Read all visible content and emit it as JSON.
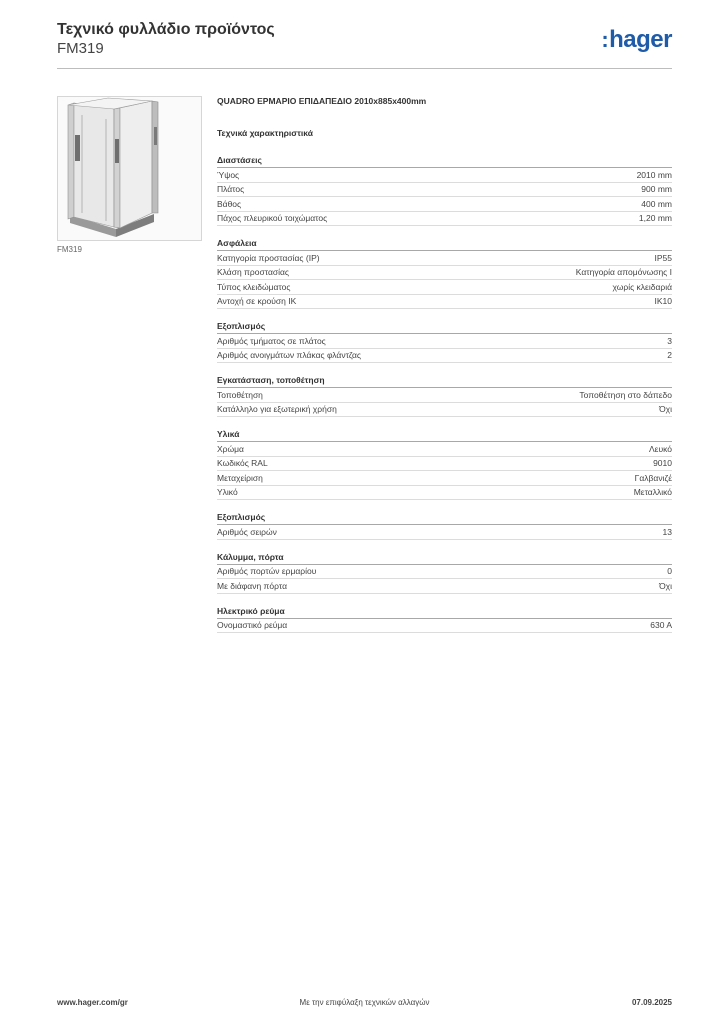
{
  "header": {
    "title": "Τεχνικό φυλλάδιο προϊόντος",
    "code": "FM319",
    "logo_text": "hager",
    "brand_color": "#1e5ba8"
  },
  "image": {
    "caption": "FM319"
  },
  "product": {
    "name": "QUADRO ΕΡΜΑΡΙΟ ΕΠΙΔΑΠΕΔΙΟ 2010x885x400mm",
    "tech_heading": "Τεχνικά χαρακτηριστικά"
  },
  "sections": [
    {
      "title": "Διαστάσεις",
      "rows": [
        {
          "label": "Ύψος",
          "value": "2010 mm"
        },
        {
          "label": "Πλάτος",
          "value": "900 mm"
        },
        {
          "label": "Βάθος",
          "value": "400 mm"
        },
        {
          "label": "Πάχος πλευρικού τοιχώματος",
          "value": "1,20 mm"
        }
      ]
    },
    {
      "title": "Ασφάλεια",
      "rows": [
        {
          "label": "Κατηγορία προστασίας (IP)",
          "value": "IP55"
        },
        {
          "label": "Κλάση προστασίας",
          "value": "Κατηγορία απομόνωσης I"
        },
        {
          "label": "Τύπος κλειδώματος",
          "value": "χωρίς κλειδαριά"
        },
        {
          "label": "Αντοχή σε κρούση IK",
          "value": "IK10"
        }
      ]
    },
    {
      "title": "Εξοπλισμός",
      "rows": [
        {
          "label": "Αριθμός τμήματος σε πλάτος",
          "value": "3"
        },
        {
          "label": "Αριθμός ανοιγμάτων πλάκας φλάντζας",
          "value": "2"
        }
      ]
    },
    {
      "title": "Εγκατάσταση, τοποθέτηση",
      "rows": [
        {
          "label": "Τοποθέτηση",
          "value": "Τοποθέτηση στο δάπεδο"
        },
        {
          "label": "Κατάλληλο για εξωτερική χρήση",
          "value": "Όχι"
        }
      ]
    },
    {
      "title": "Υλικά",
      "rows": [
        {
          "label": "Χρώμα",
          "value": "Λευκό"
        },
        {
          "label": "Κωδικός RAL",
          "value": "9010"
        },
        {
          "label": "Μεταχείριση",
          "value": "Γαλβανιζέ"
        },
        {
          "label": "Υλικό",
          "value": "Μεταλλικό"
        }
      ]
    },
    {
      "title": "Εξοπλισμός",
      "rows": [
        {
          "label": "Αριθμός σειρών",
          "value": "13"
        }
      ]
    },
    {
      "title": "Κάλυμμα, πόρτα",
      "rows": [
        {
          "label": "Αριθμός πορτών ερμαρίου",
          "value": "0"
        },
        {
          "label": "Με διάφανη πόρτα",
          "value": "Όχι"
        }
      ]
    },
    {
      "title": "Ηλεκτρικό ρεύμα",
      "rows": [
        {
          "label": "Ονομαστικό ρεύμα",
          "value": "630 A"
        }
      ]
    }
  ],
  "footer": {
    "url": "www.hager.com/gr",
    "note": "Με την επιφύλαξη τεχνικών αλλαγών",
    "date": "07.09.2025"
  }
}
